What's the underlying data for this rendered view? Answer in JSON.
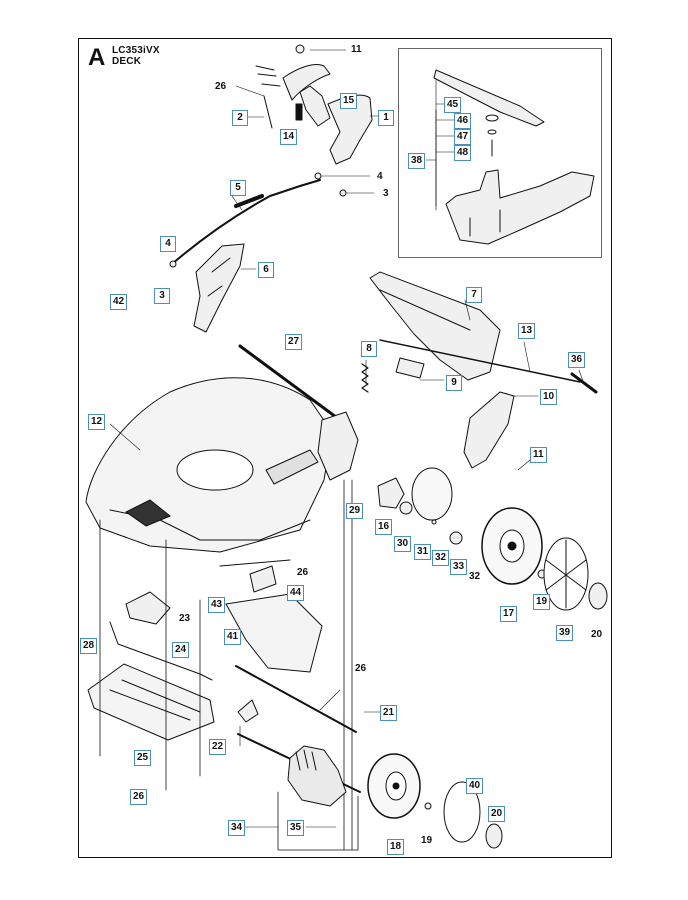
{
  "header": {
    "section_letter": "A",
    "model": "LC353iVX",
    "assembly": "DECK"
  },
  "colors": {
    "callout_box_border": "#4a90b8",
    "line": "#111111",
    "part_fill": "#f0f0f0"
  },
  "callouts": {
    "c11a": "11",
    "c26a": "26",
    "c15": "15",
    "c2": "2",
    "c1": "1",
    "c14": "14",
    "c4a": "4",
    "c3a": "3",
    "c5": "5",
    "c4b": "4",
    "c6": "6",
    "c3b": "3",
    "c42": "42",
    "c27": "27",
    "c7": "7",
    "c13": "13",
    "c8": "8",
    "c36": "36",
    "c9": "9",
    "c10": "10",
    "c12": "12",
    "c11b": "11",
    "c29": "29",
    "c16": "16",
    "c30": "30",
    "c31": "31",
    "c32a": "32",
    "c33": "33",
    "c32b": "32",
    "c26b": "26",
    "c43": "43",
    "c44": "44",
    "c17": "17",
    "c19a": "19",
    "c39": "39",
    "c20a": "20",
    "c23": "23",
    "c28": "28",
    "c41": "41",
    "c24": "24",
    "c26c": "26",
    "c21": "21",
    "c22": "22",
    "c25": "25",
    "c26d": "26",
    "c40": "40",
    "c20b": "20",
    "c34": "34",
    "c35": "35",
    "c18": "18",
    "c19b": "19",
    "c45": "45",
    "c46": "46",
    "c47": "47",
    "c48": "48",
    "c38": "38"
  }
}
